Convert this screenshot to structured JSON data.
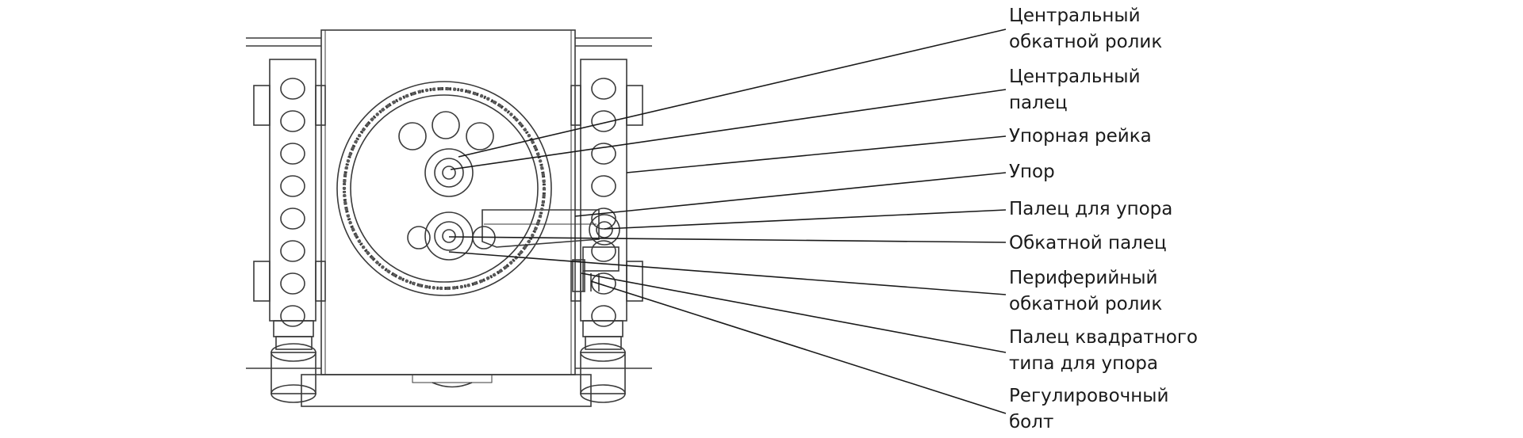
{
  "diagram": {
    "labels": [
      {
        "id": "central-rolling-roller",
        "lines": [
          "Центральный",
          "обкатной ролик"
        ]
      },
      {
        "id": "central-pin",
        "lines": [
          "Центральный",
          "палец"
        ]
      },
      {
        "id": "stop-rail",
        "lines": [
          "Упорная рейка"
        ]
      },
      {
        "id": "stop",
        "lines": [
          "Упор"
        ]
      },
      {
        "id": "stop-pin",
        "lines": [
          "Палец для упора"
        ]
      },
      {
        "id": "rolling-pin",
        "lines": [
          "Обкатной палец"
        ]
      },
      {
        "id": "peripheral-rolling-roller",
        "lines": [
          "Периферийный",
          "обкатной ролик"
        ]
      },
      {
        "id": "square-stop-pin",
        "lines": [
          "Палец квадратного",
          "типа для упора"
        ]
      },
      {
        "id": "adjusting-bolt",
        "lines": [
          "Регулировочный",
          "болт"
        ]
      }
    ]
  }
}
